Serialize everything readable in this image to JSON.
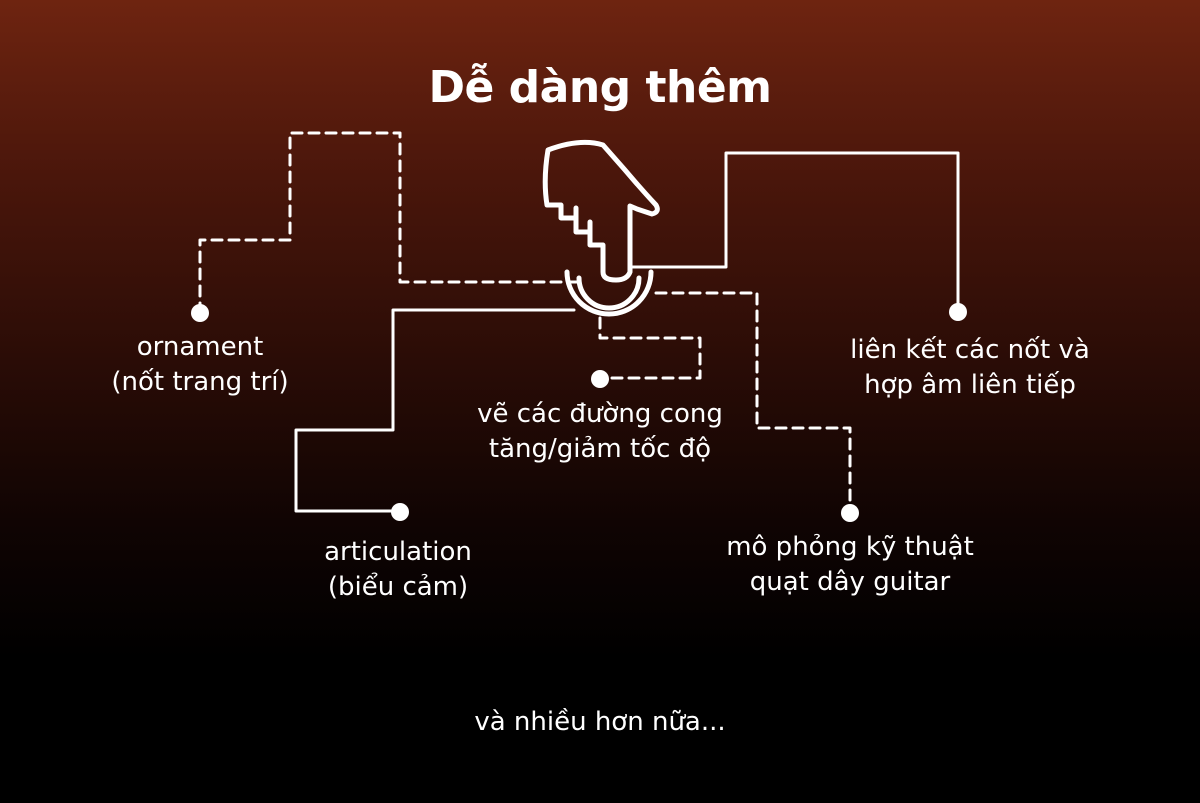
{
  "title": "Dễ dàng thêm",
  "features": {
    "ornament": {
      "line1": "ornament",
      "line2": "(nốt trang trí)"
    },
    "curves": {
      "line1": "vẽ các đường cong",
      "line2": "tăng/giảm tốc độ"
    },
    "legato": {
      "line1": "liên kết các nốt và",
      "line2": "hợp âm liên tiếp"
    },
    "articulation": {
      "line1": "articulation",
      "line2": "(biểu cảm)"
    },
    "strum": {
      "line1": "mô phỏng kỹ thuật",
      "line2": "quạt dây guitar"
    }
  },
  "footer": "và nhiều hơn nữa...",
  "icons": {
    "center": "hand-tap-icon"
  },
  "colors": {
    "foreground": "#ffffff",
    "background_top": "#6e2410",
    "background_bottom": "#000000"
  }
}
